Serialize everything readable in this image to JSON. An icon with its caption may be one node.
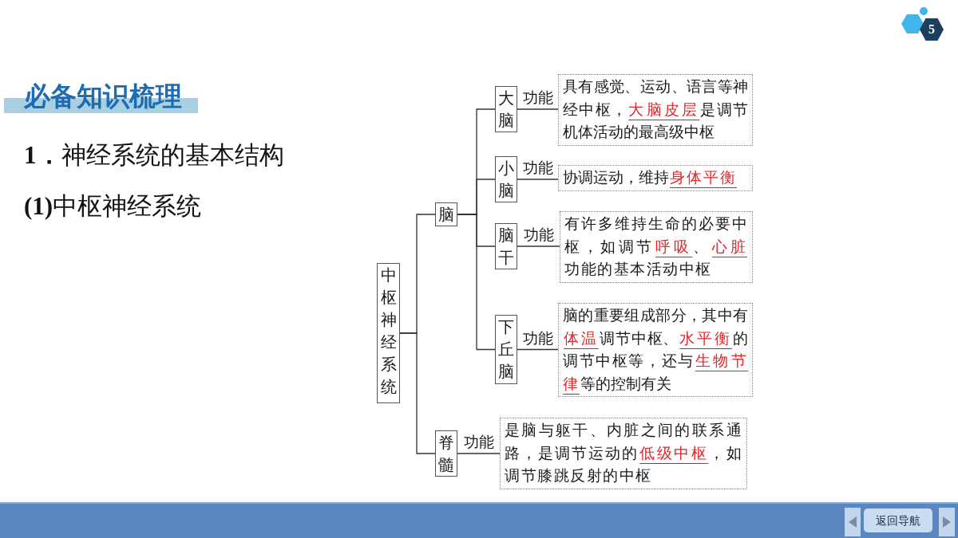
{
  "diagram": {
    "title": "必备知识梳理",
    "nodes": [
      {
        "text": [
          "中枢神经系统"
        ]
      },
      {
        "text": [
          "脑"
        ]
      },
      {
        "text": [
          "大脑"
        ]
      },
      {
        "text": [
          "具有感觉、运动、语言等神经中枢，**大脑皮层**是调节机体活动的最高级中枢"
        ]
      },
      {
        "text": [
          "小脑"
        ]
      },
      {
        "text": [
          "协调运动，维持**身体平衡**"
        ]
      },
      {
        "text": [
          "脑干"
        ]
      },
      {
        "text": [
          "有许多维持生命的必要中枢，如调节**呼吸**、**心脏**功能的基本活动中枢"
        ]
      },
      {
        "text": [
          "下丘脑"
        ]
      },
      {
        "text": [
          "脑的重要组成部分，其中有**体温**调节中枢、**水平衡**的调节中枢等，还与**生物节律**等的控制有关"
        ]
      },
      {
        "text": [
          "脊髓"
        ]
      },
      {
        "text": [
          "是脑与躯干、内脏之间的联系通路，是调节运动的**低级中枢**，如调节膝跳反射的中枢"
        ]
      }
    ],
    "edges": [
      {
        "from": 0,
        "to": 1,
        "arrow": "none"
      },
      {
        "from": 0,
        "to": 10,
        "arrow": "none"
      },
      {
        "from": 1,
        "to": 2,
        "arrow": "none"
      },
      {
        "from": 1,
        "to": 4,
        "arrow": "none"
      },
      {
        "from": 1,
        "to": 6,
        "arrow": "none"
      },
      {
        "from": 1,
        "to": 8,
        "arrow": "none"
      },
      {
        "from": 2,
        "to": 3,
        "arrow": "none",
        "label": "功能"
      },
      {
        "from": 4,
        "to": 5,
        "arrow": "none",
        "label": "功能"
      },
      {
        "from": 6,
        "to": 7,
        "arrow": "none",
        "label": "功能"
      },
      {
        "from": 8,
        "to": 9,
        "arrow": "none",
        "label": "功能"
      },
      {
        "from": 10,
        "to": 11,
        "arrow": "none",
        "label": "功能"
      }
    ],
    "labels": [
      "5",
      "**1．**神经系统的基本结构",
      "**(1)**中枢神经系统",
      "返回导航"
    ]
  }
}
